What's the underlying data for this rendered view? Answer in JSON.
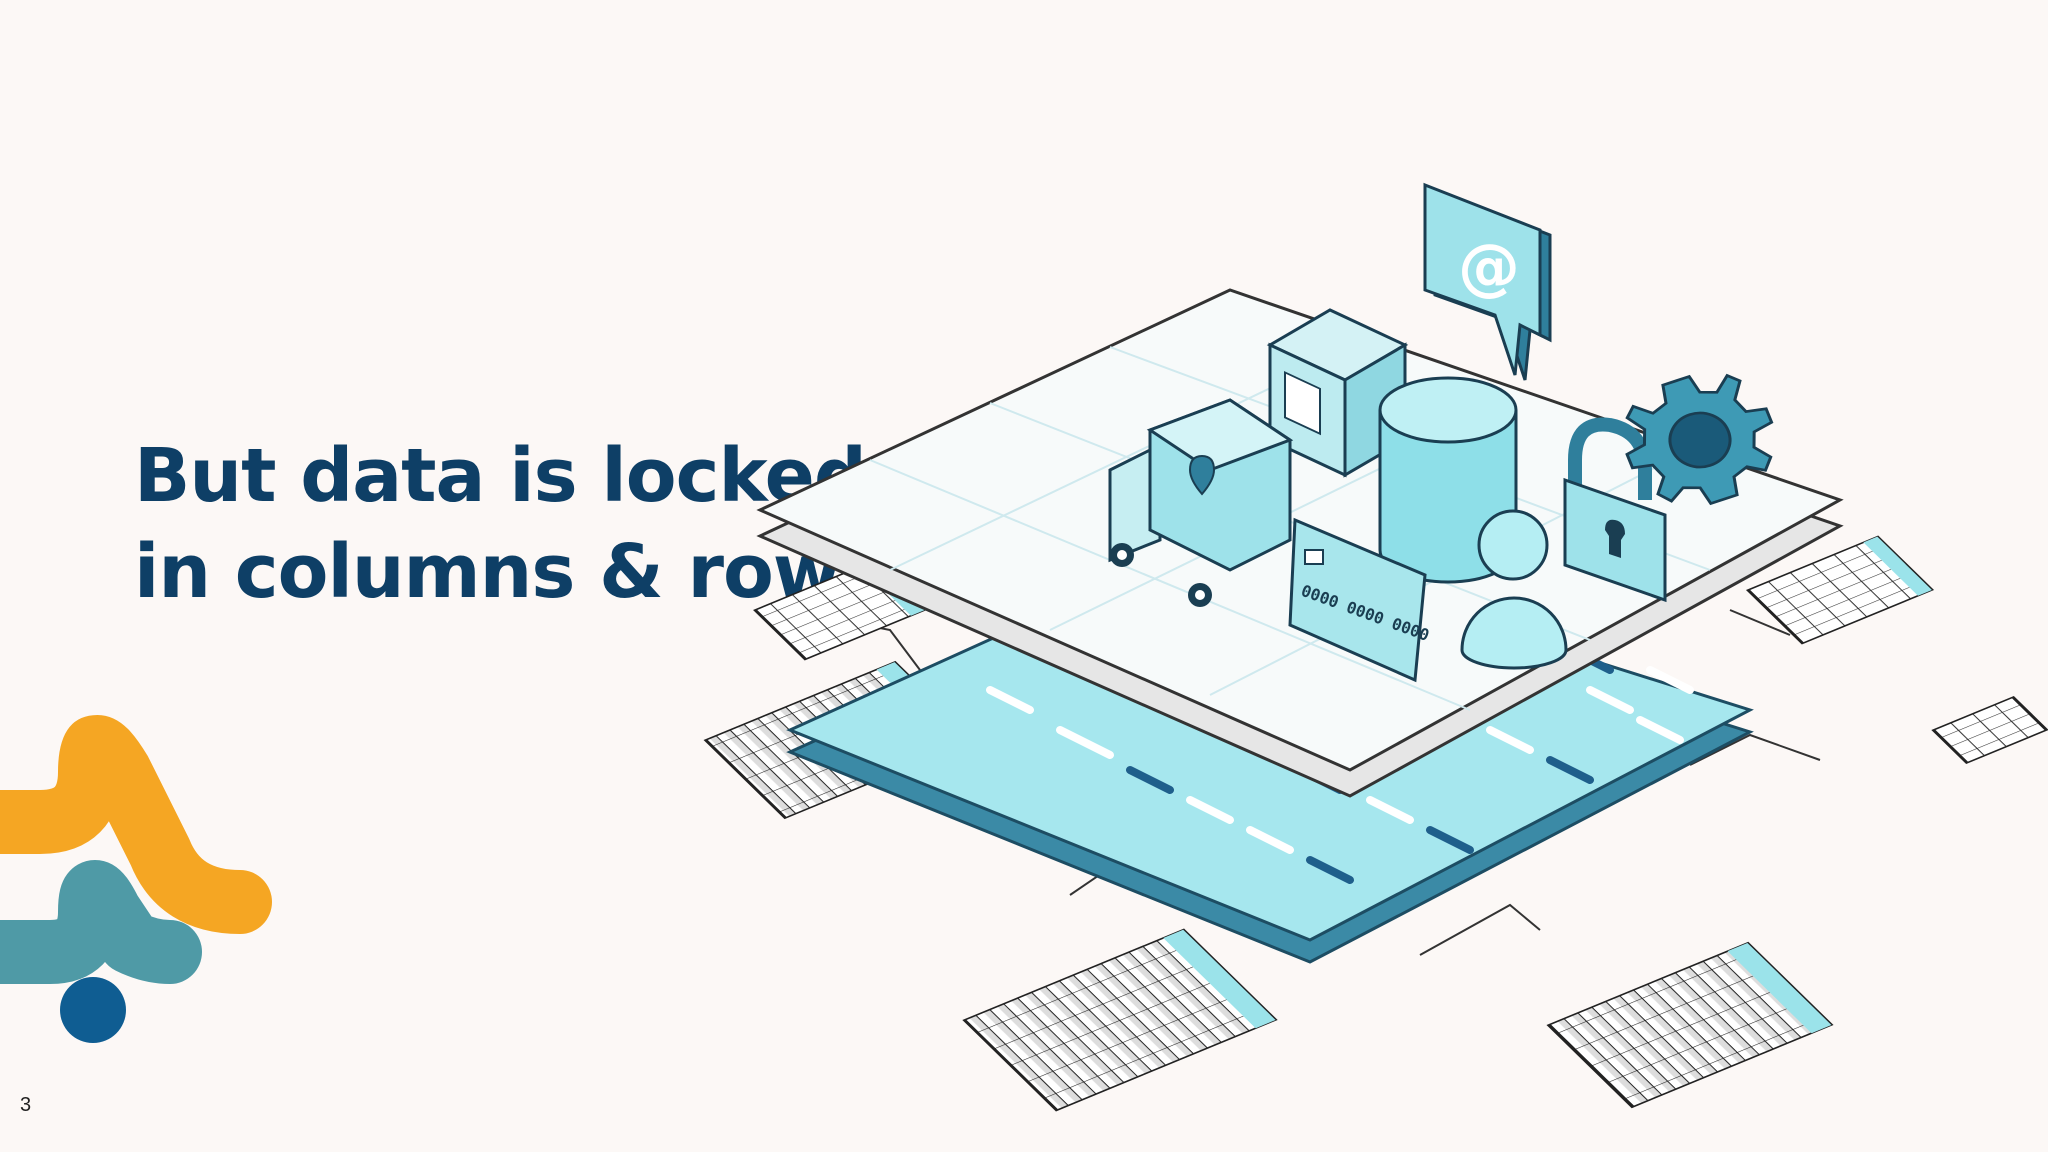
{
  "slide": {
    "title_lines": [
      "But data is locked",
      "in columns & rows"
    ],
    "page_number": "3"
  },
  "illustration": {
    "email_symbol": "@",
    "card_number": "0000 0000 0000"
  },
  "colors": {
    "title": "#0e3f66",
    "logo_orange": "#f5a623",
    "logo_teal": "#4f9aa6",
    "logo_blue": "#0f5d92",
    "accent_cyan": "#8fdbe6",
    "accent_dark_teal": "#2a7f9c"
  },
  "icons": [
    "email-speech-bubble-icon",
    "gear-icon",
    "padlock-icon",
    "database-cylinder-icon",
    "delivery-truck-icon",
    "package-box-icon",
    "credit-card-icon",
    "sphere-icon",
    "data-grid-icon"
  ]
}
